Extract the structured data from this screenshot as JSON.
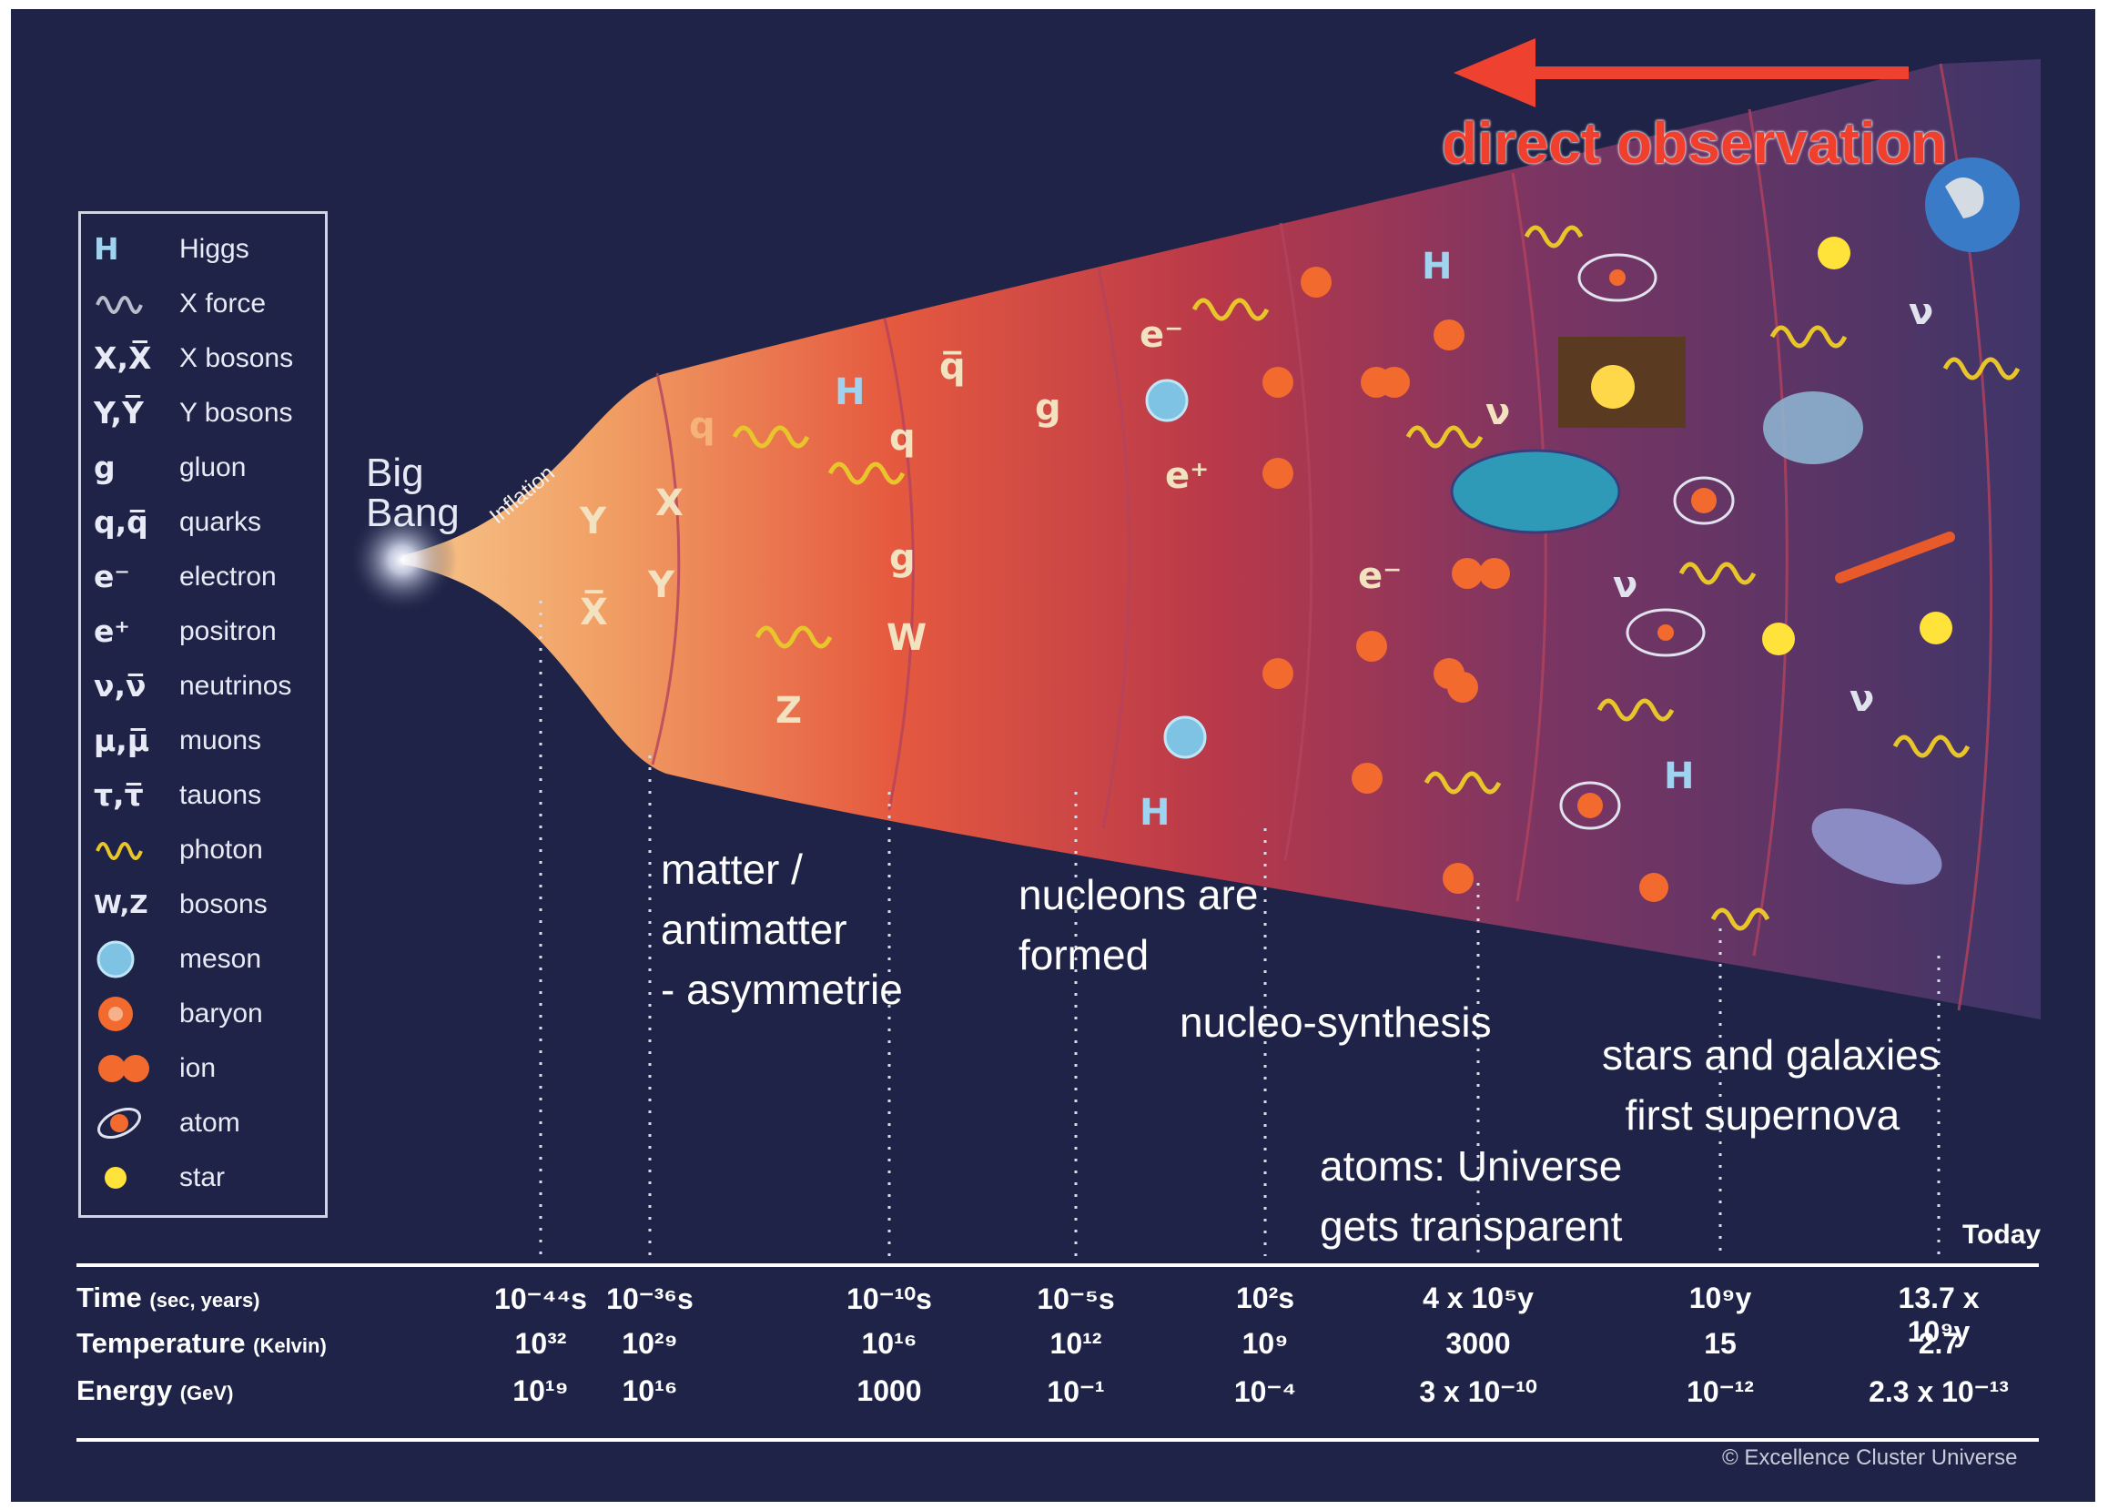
{
  "arrow": {
    "label": "direct observation",
    "color": "#ef4130"
  },
  "big_bang": {
    "line1": "Big",
    "line2": "Bang",
    "inflation": "Inflation"
  },
  "legend": [
    {
      "symbol": "H",
      "label": "Higgs"
    },
    {
      "symbol": "",
      "label": "X force",
      "icon": "gray-wave-icon"
    },
    {
      "symbol": "X,X̅",
      "label": "X bosons"
    },
    {
      "symbol": "Y,Y̅",
      "label": "Y bosons"
    },
    {
      "symbol": "g",
      "label": "gluon"
    },
    {
      "symbol": "q,q̅",
      "label": "quarks"
    },
    {
      "symbol": "e⁻",
      "label": "electron"
    },
    {
      "symbol": "e⁺",
      "label": "positron"
    },
    {
      "symbol": "ν,ν̅",
      "label": "neutrinos"
    },
    {
      "symbol": "μ,μ̅",
      "label": "muons"
    },
    {
      "symbol": "τ,τ̅",
      "label": "tauons"
    },
    {
      "symbol": "",
      "label": "photon",
      "icon": "photon-wave-icon"
    },
    {
      "symbol": "W,Z",
      "label": "bosons"
    },
    {
      "symbol": "",
      "label": "meson",
      "icon": "meson-icon"
    },
    {
      "symbol": "",
      "label": "baryon",
      "icon": "baryon-icon"
    },
    {
      "symbol": "",
      "label": "ion",
      "icon": "ion-icon"
    },
    {
      "symbol": "",
      "label": "atom",
      "icon": "atom-icon"
    },
    {
      "symbol": "",
      "label": "star",
      "icon": "star-icon"
    }
  ],
  "epochs": [
    {
      "text": "matter /\nantimatter\n- asymmetrie"
    },
    {
      "text": "nucleons are\nformed"
    },
    {
      "text": "nucleo-synthesis"
    },
    {
      "text": "atoms: Universe\ngets transparent"
    },
    {
      "text": "stars and galaxies\n  first supernova"
    }
  ],
  "timeline": {
    "rows": [
      {
        "label": "Time",
        "unit": "(sec, years)"
      },
      {
        "label": "Temperature",
        "unit": "(Kelvin)"
      },
      {
        "label": "Energy",
        "unit": "(GeV)"
      }
    ],
    "today": "Today",
    "columns": [
      {
        "time": "10⁻⁴⁴s",
        "temperature": "10³²",
        "energy": "10¹⁹"
      },
      {
        "time": "10⁻³⁶s",
        "temperature": "10²⁹",
        "energy": "10¹⁶"
      },
      {
        "time": "10⁻¹⁰s",
        "temperature": "10¹⁶",
        "energy": "1000"
      },
      {
        "time": "10⁻⁵s",
        "temperature": "10¹²",
        "energy": "10⁻¹"
      },
      {
        "time": "10²s",
        "temperature": "10⁹",
        "energy": "10⁻⁴"
      },
      {
        "time": "4 x 10⁵y",
        "temperature": "3000",
        "energy": "3 x 10⁻¹⁰"
      },
      {
        "time": "10⁹y",
        "temperature": "15",
        "energy": "10⁻¹²"
      },
      {
        "time": "13.7 x 10⁹y",
        "temperature": "2.7",
        "energy": "2.3 x 10⁻¹³"
      }
    ]
  },
  "copyright": "© Excellence Cluster Universe"
}
